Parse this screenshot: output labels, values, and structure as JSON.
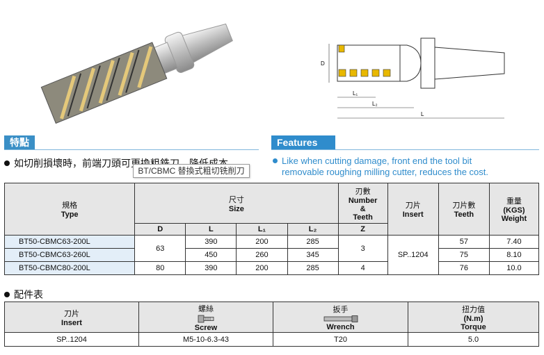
{
  "features": {
    "zh_badge": "特點",
    "zh_text": "如切削損壞時，前端刀頭可更換粗銑刀，降低成本。",
    "tooltip": "BT/CBMC 替換式粗切铣削刀",
    "en_badge": "Features",
    "en_line1": "Like when cutting damage, front end the tool bit",
    "en_line2": "removable roughing milling cutter, reduces the cost."
  },
  "drawing_labels": {
    "D": "D",
    "L1": "L₁",
    "L2": "L₂",
    "L": "L"
  },
  "spec_table": {
    "type_zh": "規格",
    "type_en": "Type",
    "size_zh": "尺寸",
    "size_en": "Size",
    "teeth_zh": "刃數",
    "teeth_en1": "Number",
    "teeth_en2": "&",
    "teeth_en3": "Teeth",
    "insert_zh": "刀片",
    "insert_en": "Insert",
    "insert_count_zh": "刀片數",
    "insert_count_en": "Teeth",
    "weight_zh": "重量",
    "weight_en1": "(KGS)",
    "weight_en2": "Weight",
    "cols": [
      "D",
      "L",
      "L₁",
      "L₂",
      "Z"
    ],
    "rows": [
      {
        "type": "BT50-CBMC63-200L",
        "L": "390",
        "L1": "200",
        "L2": "285",
        "count": "57",
        "weight": "7.40"
      },
      {
        "type": "BT50-CBMC63-260L",
        "L": "450",
        "L1": "260",
        "L2": "345",
        "count": "75",
        "weight": "8.10"
      },
      {
        "type": "BT50-CBMC80-200L",
        "D": "80",
        "L": "390",
        "L1": "200",
        "L2": "285",
        "Z": "4",
        "count": "76",
        "weight": "10.0"
      }
    ],
    "D_shared": "63",
    "Z_shared": "3",
    "insert_value": "SP..1204"
  },
  "parts_table": {
    "section_title": "配件表",
    "insert_zh": "刀片",
    "insert_en": "Insert",
    "screw_zh": "螺絲",
    "screw_en": "Screw",
    "wrench_zh": "扳手",
    "wrench_en": "Wrench",
    "torque_zh": "扭力值",
    "torque_en1": "(N.m)",
    "torque_en2": "Torque",
    "insert_value": "SP..1204",
    "screw_value": "M5-10-6.3-43",
    "wrench_value": "T20",
    "torque_value": "5.0"
  }
}
